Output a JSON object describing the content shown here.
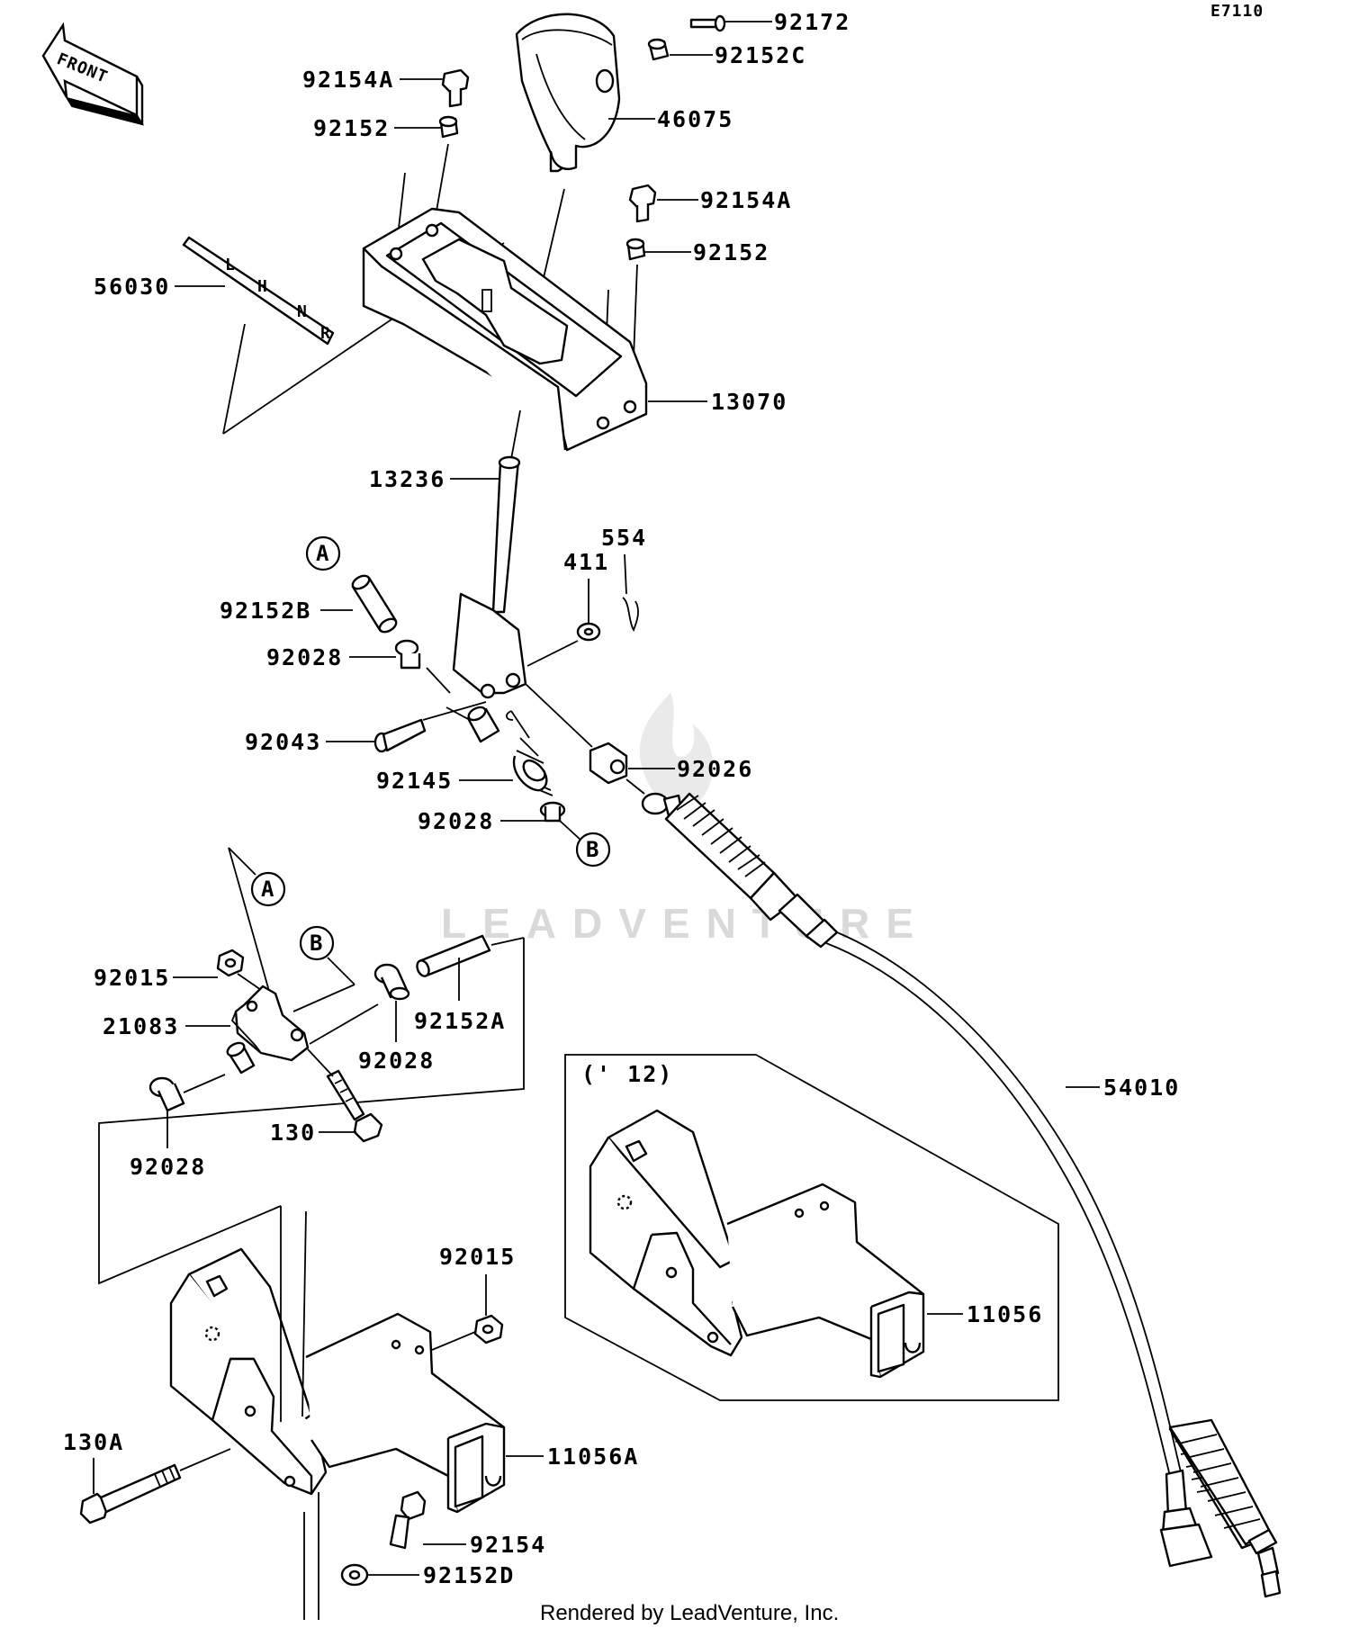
{
  "diagram": {
    "code": "E7110",
    "front_label": "FRONT",
    "footer": "Rendered by LeadVenture, Inc.",
    "watermark": "LEADVENTURE",
    "year_note": "(' 12)",
    "callouts": {
      "a_top": "A",
      "b_mid": "B",
      "a_lower": "A",
      "b_lower": "B"
    },
    "part_numbers": {
      "p92172": "92172",
      "p92152C": "92152C",
      "p46075": "46075",
      "p92154A_top": "92154A",
      "p92152_top": "92152",
      "p92154A_right": "92154A",
      "p92152_right": "92152",
      "p56030": "56030",
      "p13070": "13070",
      "p13236": "13236",
      "p554": "554",
      "p411": "411",
      "p92152B": "92152B",
      "p92028_a": "92028",
      "p92043": "92043",
      "p92026": "92026",
      "p92145": "92145",
      "p92028_b": "92028",
      "p92015_top": "92015",
      "p21083": "21083",
      "p92152A": "92152A",
      "p92028_c": "92028",
      "p130": "130",
      "p92028_d": "92028",
      "p54010": "54010",
      "p11056": "11056",
      "p92015_bottom": "92015",
      "p11056A": "11056A",
      "p130A": "130A",
      "p92154": "92154",
      "p92152D": "92152D"
    }
  }
}
